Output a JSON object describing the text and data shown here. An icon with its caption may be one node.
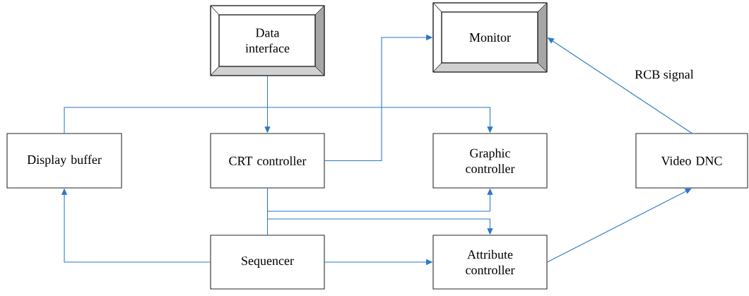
{
  "diagram": {
    "nodes": [
      {
        "text": [
          "Data interface"
        ]
      },
      {
        "text": [
          "Monitor"
        ]
      },
      {
        "text": [
          "Display buffer"
        ]
      },
      {
        "text": [
          "CRT controller"
        ]
      },
      {
        "text": [
          "Graphic controller"
        ]
      },
      {
        "text": [
          "Video DNC"
        ]
      },
      {
        "text": [
          "Sequencer"
        ]
      },
      {
        "text": [
          "Attribute controller"
        ]
      }
    ],
    "edges": [
      {
        "from": 0,
        "to": 3,
        "arrow": "to"
      },
      {
        "from": 3,
        "to": 1,
        "arrow": "to"
      },
      {
        "from": 2,
        "to": 4,
        "arrow": "to"
      },
      {
        "from": 3,
        "to": 4,
        "arrow": "to"
      },
      {
        "from": 3,
        "to": 7,
        "arrow": "to"
      },
      {
        "from": 6,
        "to": 3,
        "arrow": "none"
      },
      {
        "from": 6,
        "to": 2,
        "arrow": "to"
      },
      {
        "from": 6,
        "to": 7,
        "arrow": "to"
      },
      {
        "from": 7,
        "to": 5,
        "arrow": "to"
      },
      {
        "from": 5,
        "to": 1,
        "arrow": "to",
        "label": "RCB signal"
      }
    ]
  }
}
